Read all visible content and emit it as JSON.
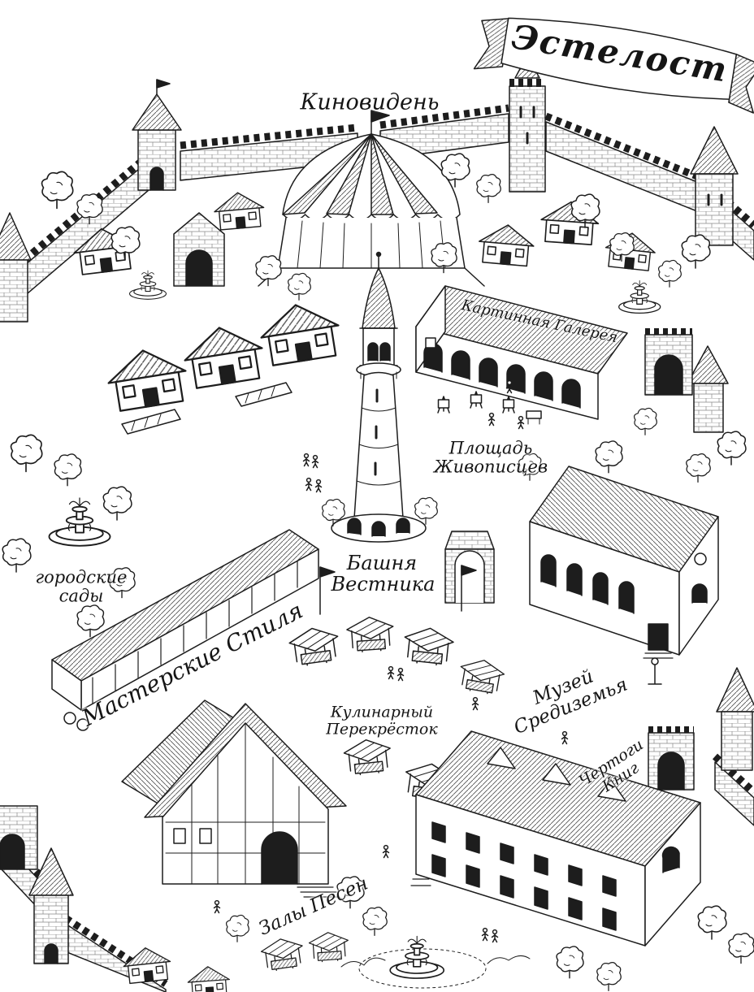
{
  "map": {
    "title": "Эстелост",
    "ink_color": "#1d1d1d",
    "paper_color": "#ffffff",
    "locations": {
      "tent": "Киновидень",
      "gallery": "Картинная Галерея",
      "painters_square": "Площадь Живописцев",
      "herald_tower": "Башня Вестника",
      "city_gardens": "городские сады",
      "style_workshops": "Мастерские Стиля",
      "culinary_crossroads": "Кулинарный Перекрёсток",
      "middle_earth_museum": "Музей Средиземья",
      "book_halls": "Чертоги Книг",
      "song_halls": "Залы Песен"
    }
  }
}
